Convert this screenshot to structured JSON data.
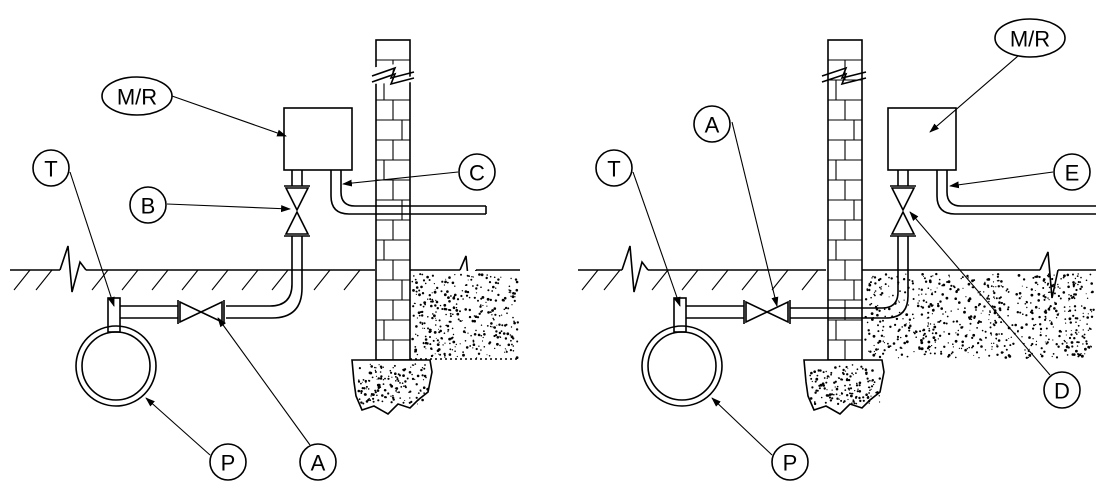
{
  "diagrams": [
    {
      "labels": {
        "mr": "M/R",
        "t": "T",
        "b": "B",
        "c": "C",
        "a": "A",
        "p": "P"
      }
    },
    {
      "labels": {
        "mr": "M/R",
        "t": "T",
        "a": "A",
        "e": "E",
        "d": "D",
        "p": "P"
      }
    }
  ]
}
